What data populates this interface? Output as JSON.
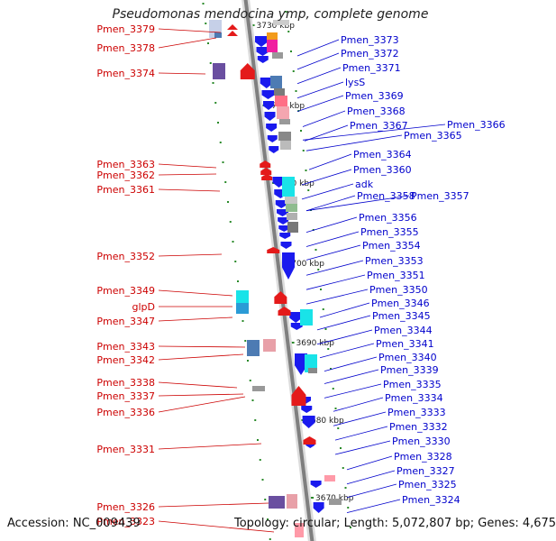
{
  "title": "Pseudomonas mendocina ymp, complete genome",
  "footer": {
    "accession": "Accession: NC_009439",
    "topology": "Topology: circular; Length: 5,072,807 bp; Genes: 4,675"
  },
  "colors": {
    "left_label": "#cc0000",
    "right_label": "#0000cc",
    "backbone": "#8a8a8a"
  },
  "ticks": [
    "3730 kbp",
    "3720 kbp",
    "3710 kbp",
    "3700 kbp",
    "3690 kbp",
    "3680 kbp",
    "3670 kbp"
  ],
  "left_labels": [
    "Pmen_3379",
    "Pmen_3378",
    "Pmen_3374",
    "Pmen_3363",
    "Pmen_3362",
    "Pmen_3361",
    "Pmen_3352",
    "Pmen_3349",
    "glpD",
    "Pmen_3347",
    "Pmen_3343",
    "Pmen_3342",
    "Pmen_3338",
    "Pmen_3337",
    "Pmen_3336",
    "Pmen_3331",
    "Pmen_3326",
    "Pmen_3323"
  ],
  "right_labels": [
    "Pmen_3373",
    "Pmen_3372",
    "Pmen_3371",
    "lysS",
    "Pmen_3369",
    "Pmen_3368",
    "Pmen_3367",
    "Pmen_3366",
    "Pmen_3365",
    "Pmen_3364",
    "Pmen_3360",
    "adk",
    "Pmen_3358",
    "Pmen_3357",
    "Pmen_3356",
    "Pmen_3355",
    "Pmen_3354",
    "Pmen_3353",
    "Pmen_3351",
    "Pmen_3350",
    "Pmen_3346",
    "Pmen_3345",
    "Pmen_3344",
    "Pmen_3341",
    "Pmen_3340",
    "Pmen_3339",
    "Pmen_3335",
    "Pmen_3334",
    "Pmen_3333",
    "Pmen_3332",
    "Pmen_3330",
    "Pmen_3328",
    "Pmen_3327",
    "Pmen_3325",
    "Pmen_3324"
  ]
}
